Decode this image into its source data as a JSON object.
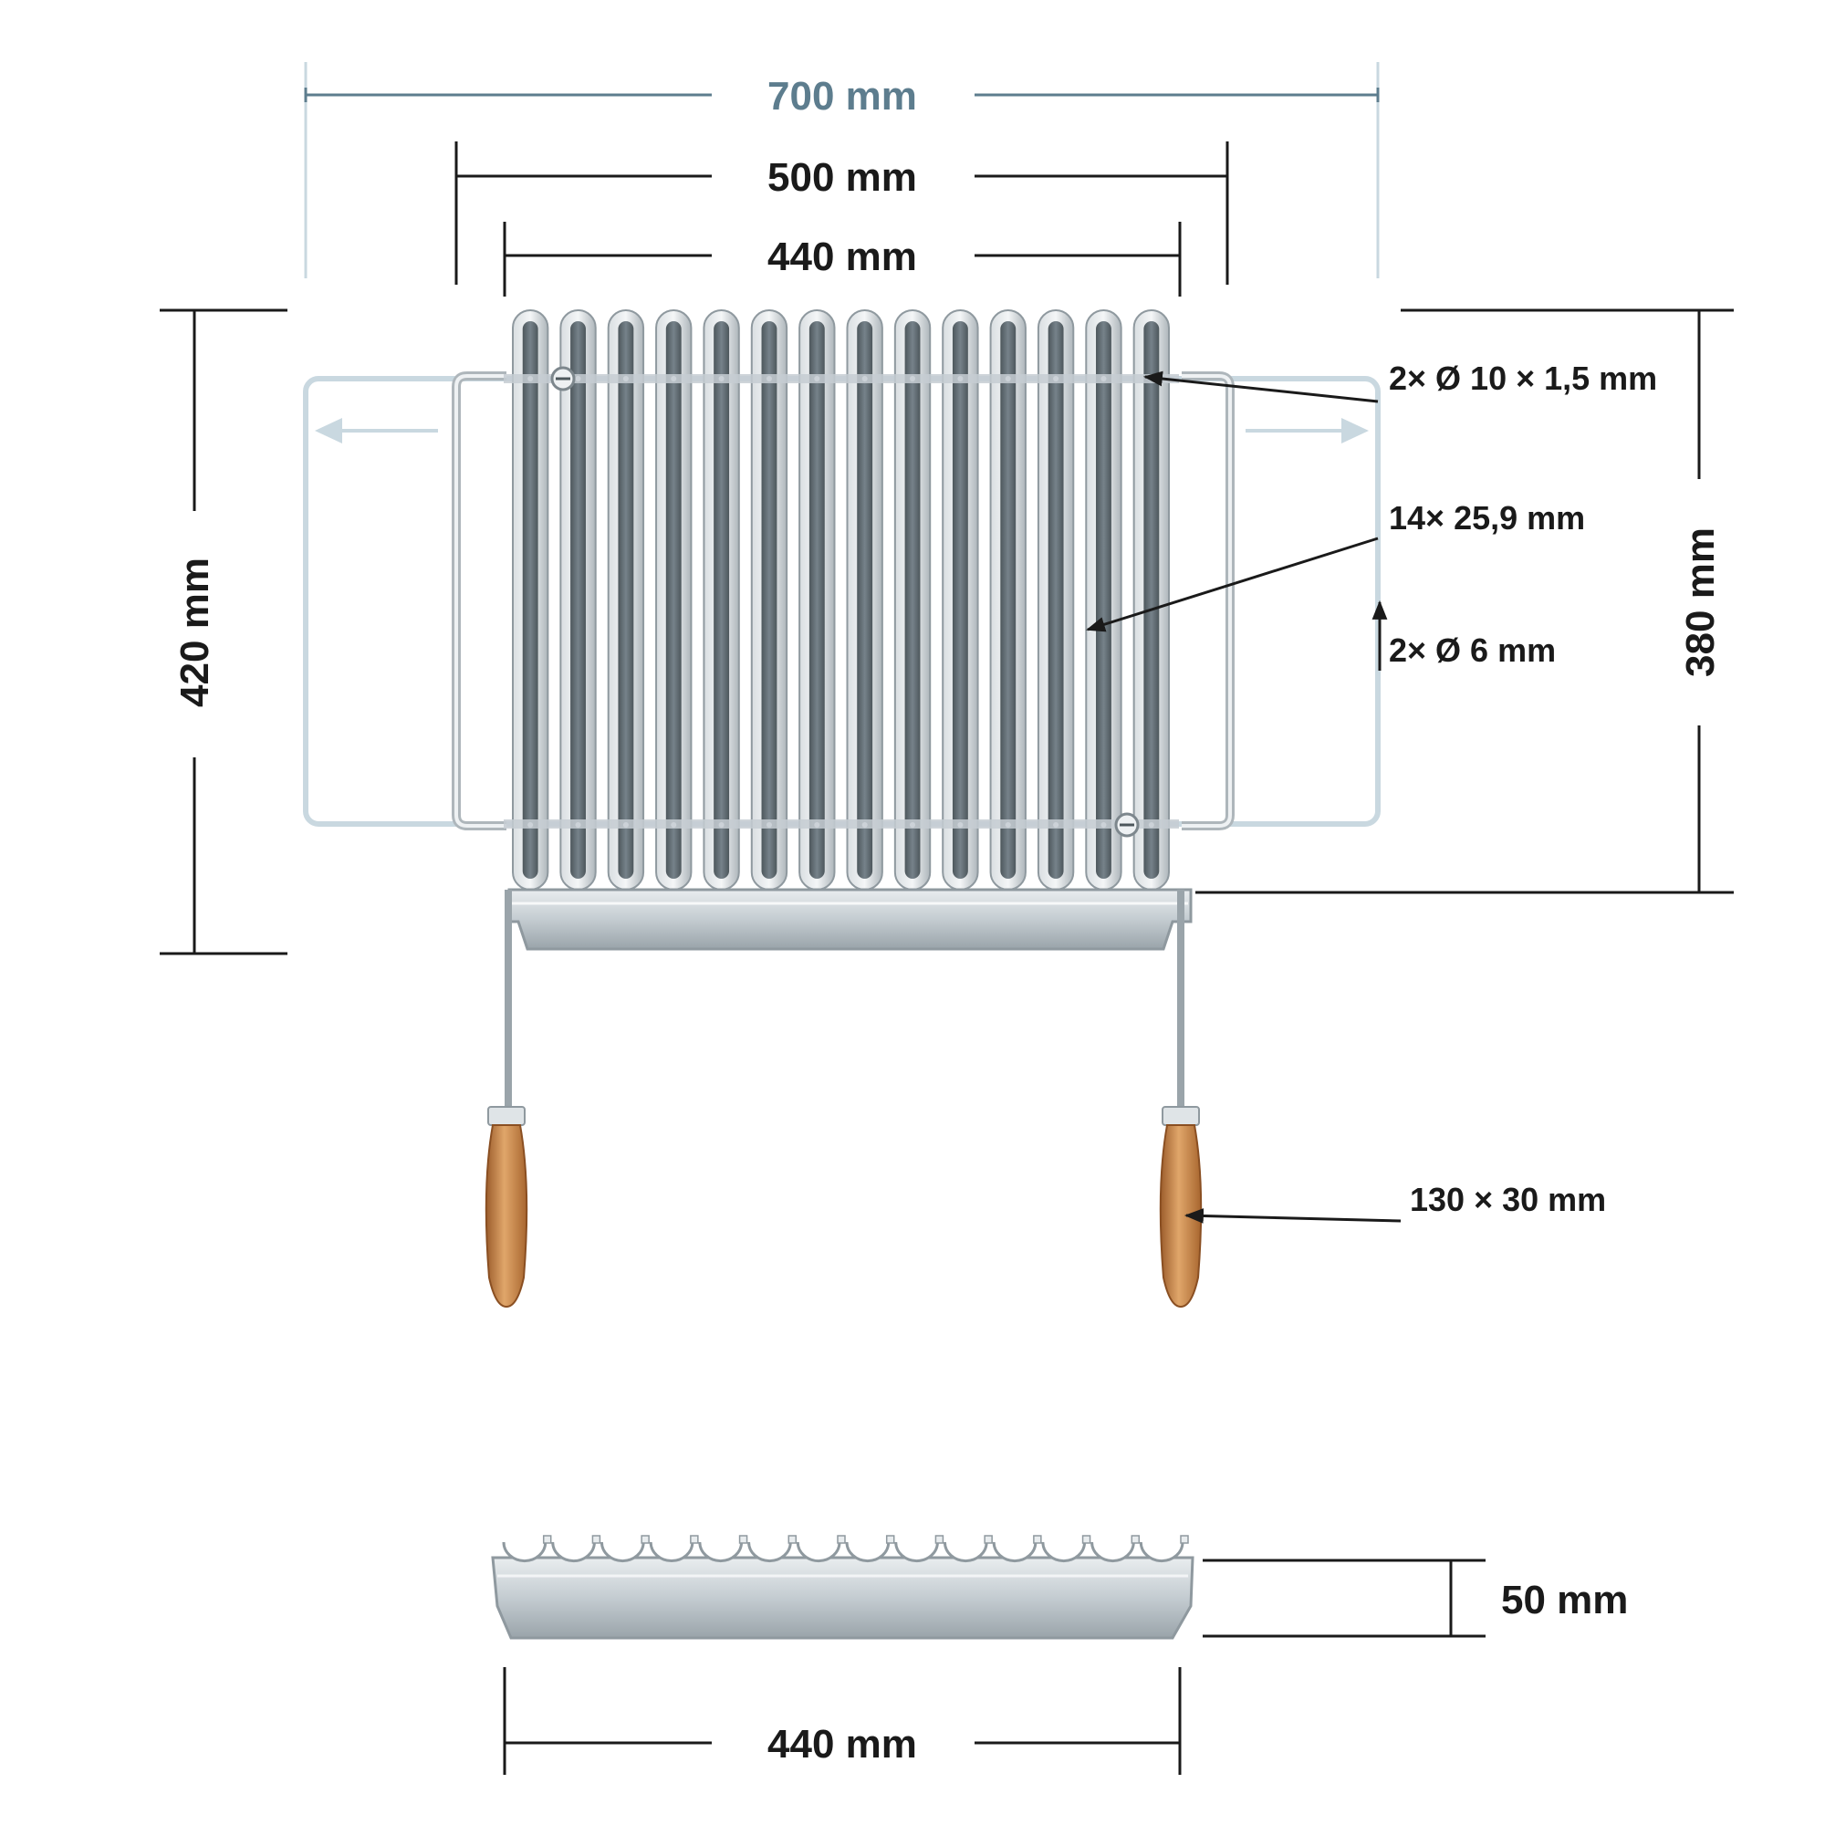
{
  "diagram": {
    "dimensions": {
      "overall_width": "700 mm",
      "frame_width": "500 mm",
      "grate_width_top": "440 mm",
      "overall_depth": "420 mm",
      "grate_depth": "380 mm",
      "tray_height": "50 mm",
      "tray_width": "440 mm"
    },
    "annotations": {
      "crossbars": "2× Ø 10 × 1,5 mm",
      "bars": "14× 25,9 mm",
      "side_rods": "2× Ø 6 mm",
      "handles": "130 × 30 mm"
    },
    "grate_bar_count": 14,
    "colors": {
      "main_dimension": "#5d7d8e",
      "dimension_line": "#1a1a1a",
      "extension_frame": "#c9d8e0",
      "steel": "#b6bec4",
      "bar_slot": "#5f6a70",
      "wood": "#c98a4e"
    }
  }
}
